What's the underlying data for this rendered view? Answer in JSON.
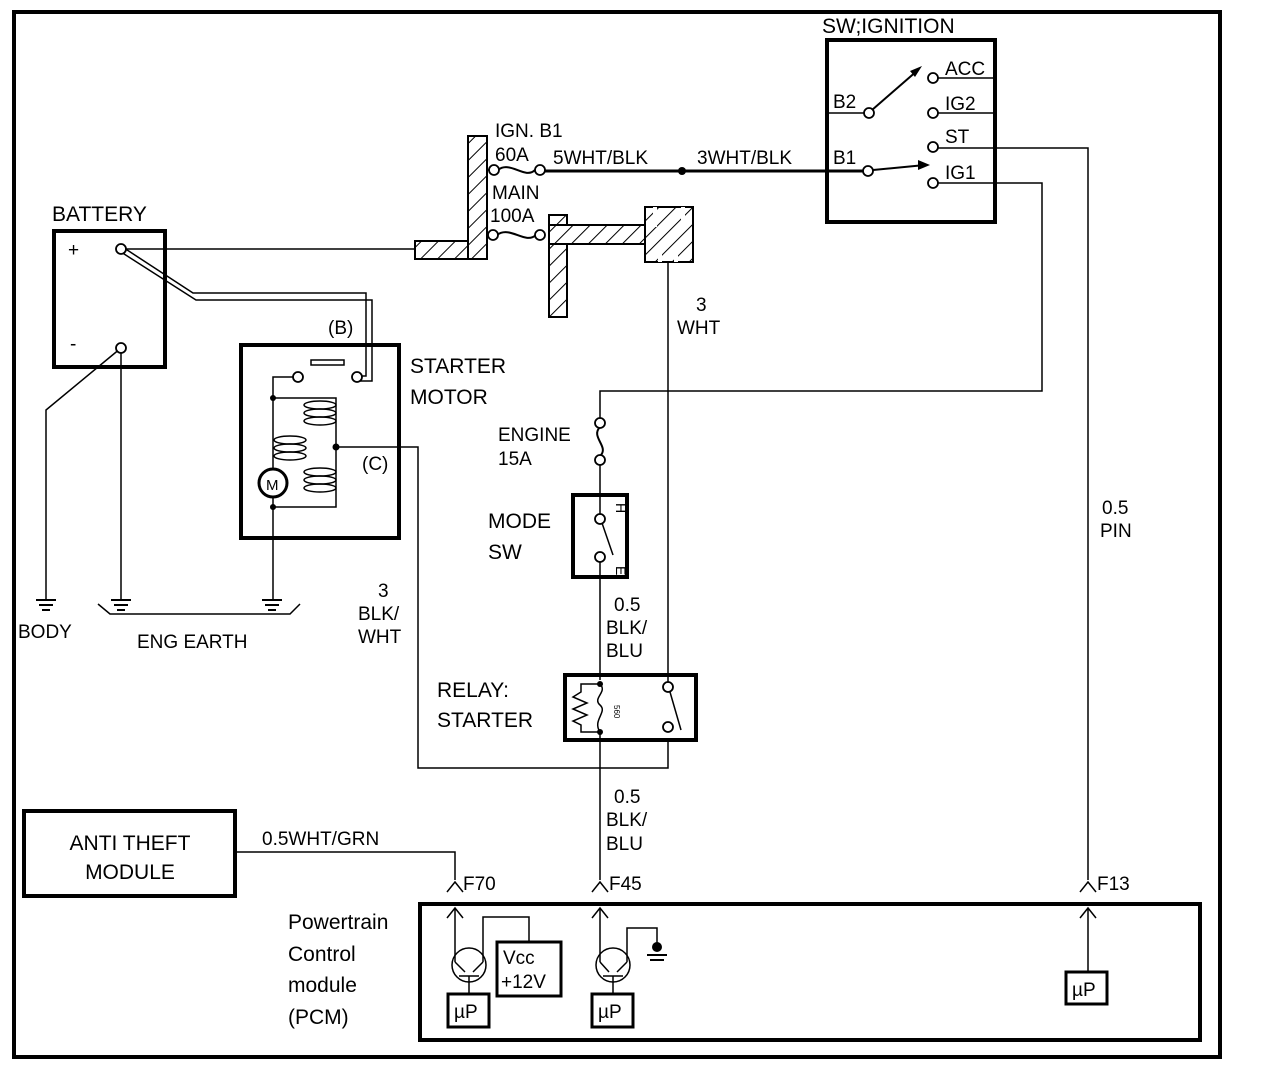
{
  "colors": {
    "ink": "#000000",
    "background": "#ffffff"
  },
  "battery": {
    "title": "BATTERY",
    "plus": "+",
    "minus": "-"
  },
  "grounds": {
    "body": "BODY",
    "eng_earth": "ENG EARTH"
  },
  "starter_motor": {
    "line1": "STARTER",
    "line2": "MOTOR",
    "terminal_b": "(B)",
    "terminal_c": "(C)",
    "motor": "M"
  },
  "fuses": {
    "ign_b1": {
      "name": "IGN. B1",
      "rating": "60A"
    },
    "main": {
      "name": "MAIN",
      "rating": "100A"
    },
    "engine": {
      "name": "ENGINE",
      "rating": "15A"
    }
  },
  "wires": {
    "ign_out": "5WHT/BLK",
    "to_switch": "3WHT/BLK",
    "relay_feed": {
      "size": "3",
      "color": "WHT"
    },
    "starter_c": {
      "size": "3",
      "color1": "BLK/",
      "color2": "WHT"
    },
    "mode_to_relay": {
      "size": "0.5",
      "color1": "BLK/",
      "color2": "BLU"
    },
    "relay_to_pcm": {
      "size": "0.5",
      "color1": "BLK/",
      "color2": "BLU"
    },
    "st_to_pcm": {
      "size": "0.5",
      "color": "PIN"
    },
    "anti_theft": "0.5WHT/GRN"
  },
  "ignition_switch": {
    "title": "SW;IGNITION",
    "b2": "B2",
    "b1": "B1",
    "acc": "ACC",
    "ig2": "IG2",
    "st": "ST",
    "ig1": "IG1"
  },
  "mode_sw": {
    "line1": "MODE",
    "line2": "SW",
    "pos_h": "H",
    "pos_e": "E"
  },
  "relay": {
    "line1": "RELAY:",
    "line2": "STARTER",
    "coil_mark": "560"
  },
  "anti_theft": {
    "line1": "ANTI THEFT",
    "line2": "MODULE"
  },
  "pcm": {
    "line1": "Powertrain",
    "line2": "Control",
    "line3": "module",
    "line4": "(PCM)",
    "vcc1": "Vcc",
    "vcc2": "+12V",
    "up": "µP"
  },
  "connectors": {
    "f70": "F70",
    "f45": "F45",
    "f13": "F13"
  }
}
